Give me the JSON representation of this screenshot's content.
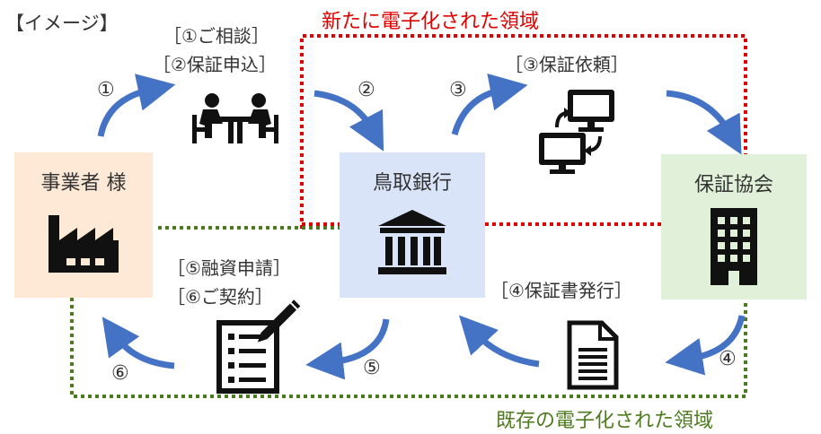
{
  "header": {
    "image_label": "【イメージ】"
  },
  "regions": {
    "new_area_label": "新たに電子化された領域",
    "new_area_color": "#e00000",
    "existing_area_label": "既存の電子化された領域",
    "existing_area_color": "#4e7a1f"
  },
  "nodes": {
    "business": {
      "label": "事業者 様",
      "fill": "#fde9d5"
    },
    "bank": {
      "label": "鳥取銀行",
      "fill": "#dae4f8"
    },
    "guarantee": {
      "label": "保証協会",
      "fill": "#e1f0d9"
    }
  },
  "steps": {
    "s1_marker": "①",
    "s1_label": "［①ご相談］",
    "s2_marker": "②",
    "s2_label": "［②保証申込］",
    "s3_marker": "③",
    "s3_label": "［③保証依頼］",
    "s4_marker": "④",
    "s4_label": "［④保証書発行］",
    "s5_marker": "⑤",
    "s5_label": "［⑤融資申請］",
    "s6_marker": "⑥",
    "s6_label": "［⑥ご契約］"
  },
  "icons": {
    "meeting": "meeting-icon",
    "computers": "computer-sync-icon",
    "factory": "factory-icon",
    "bank": "bank-building-icon",
    "office": "office-building-icon",
    "contract": "contract-checklist-icon",
    "document": "document-icon"
  },
  "arrow_color": "#4472c4"
}
